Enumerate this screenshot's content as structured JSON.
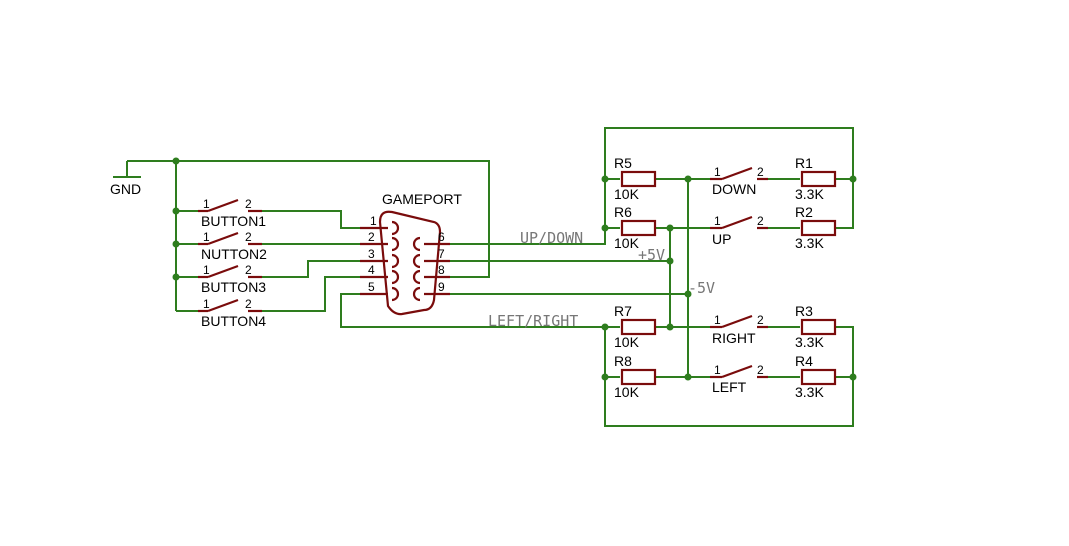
{
  "colors": {
    "wire": "#2e7d1e",
    "component": "#7a0c0c",
    "text": "#000000",
    "net_label": "#777777"
  },
  "gnd_label": "GND",
  "connector": {
    "name": "GAMEPORT",
    "pins_left": [
      "1",
      "2",
      "3",
      "4",
      "5"
    ],
    "pins_right": [
      "6",
      "7",
      "8",
      "9"
    ]
  },
  "buttons": [
    {
      "name": "BUTTON1",
      "pin1": "1",
      "pin2": "2"
    },
    {
      "name": "NUTTON2",
      "pin1": "1",
      "pin2": "2"
    },
    {
      "name": "BUTTON3",
      "pin1": "1",
      "pin2": "2"
    },
    {
      "name": "BUTTON4",
      "pin1": "1",
      "pin2": "2"
    }
  ],
  "resistors": {
    "R5": {
      "ref": "R5",
      "value": "10K"
    },
    "R6": {
      "ref": "R6",
      "value": "10K"
    },
    "R7": {
      "ref": "R7",
      "value": "10K"
    },
    "R8": {
      "ref": "R8",
      "value": "10K"
    },
    "R1": {
      "ref": "R1",
      "value": "3.3K"
    },
    "R2": {
      "ref": "R2",
      "value": "3.3K"
    },
    "R3": {
      "ref": "R3",
      "value": "3.3K"
    },
    "R4": {
      "ref": "R4",
      "value": "3.3K"
    }
  },
  "switches": {
    "down": {
      "name": "DOWN",
      "pin1": "1",
      "pin2": "2"
    },
    "up": {
      "name": "UP",
      "pin1": "1",
      "pin2": "2"
    },
    "right": {
      "name": "RIGHT",
      "pin1": "1",
      "pin2": "2"
    },
    "left": {
      "name": "LEFT",
      "pin1": "1",
      "pin2": "2"
    }
  },
  "nets": {
    "up_down": "UP/DOWN",
    "left_right": "LEFT/RIGHT",
    "plus5v": "+5V",
    "minus5v": "-5V"
  }
}
